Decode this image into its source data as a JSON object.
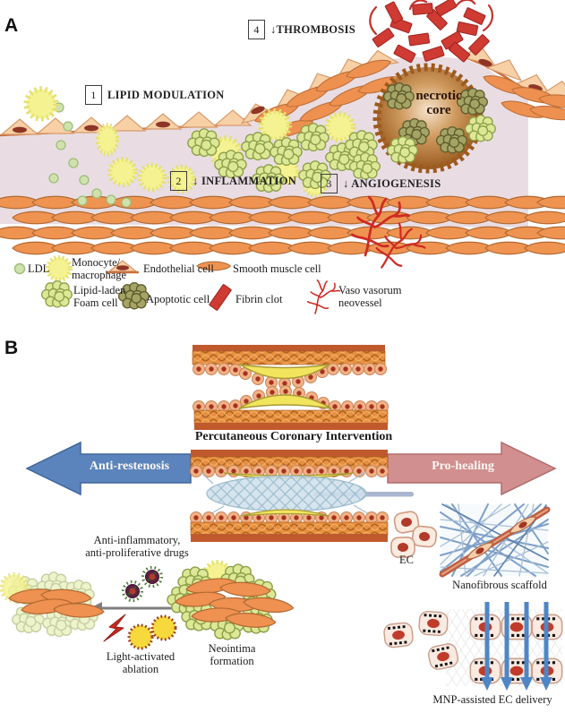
{
  "figure": {
    "panel_a": {
      "label": "A",
      "annotations": [
        {
          "num": "1",
          "text": "LIPID MODULATION"
        },
        {
          "num": "2",
          "text": "↓ INFLAMMATION"
        },
        {
          "num": "3",
          "text": "↓ ANGIOGENESIS"
        },
        {
          "num": "4",
          "text": "↓THROMBOSIS"
        }
      ],
      "necrotic_core_label": "necrotic core",
      "legend": [
        {
          "icon": "ldl-icon",
          "label": "LDL"
        },
        {
          "icon": "monocyte-macrophage-icon",
          "label": "Monocyte/\nmacrophage"
        },
        {
          "icon": "endothelial-cell-icon",
          "label": "Endothelial cell"
        },
        {
          "icon": "smooth-muscle-cell-icon",
          "label": "Smooth muscle cell"
        },
        {
          "icon": "foam-cell-icon",
          "label": "Lipid-laden\nFoam cell"
        },
        {
          "icon": "apoptotic-cell-icon",
          "label": "Apoptotic cell"
        },
        {
          "icon": "fibrin-clot-icon",
          "label": "Fibrin clot"
        },
        {
          "icon": "vaso-vasorum-icon",
          "label": "Vaso vasorum\nneovessel"
        }
      ]
    },
    "panel_b": {
      "label": "B",
      "title": "Percutaneous Coronary Intervention",
      "left_arrow_label": "Anti-restenosis",
      "right_arrow_label": "Pro-healing",
      "captions": {
        "drugs": "Anti-inflammatory,\nanti-proliferative drugs",
        "ablation": "Light-activated\nablation",
        "neointima": "Neointima\nformation",
        "ec": "EC",
        "scaffold": "Nanofibrous scaffold",
        "mnp": "MNP-assisted EC delivery"
      }
    },
    "colors": {
      "anti_restenosis_arrow": "#5b84bc",
      "pro_healing_arrow": "#d18f8f",
      "smooth_muscle": "#ee9150",
      "plaque": "#f2e55e",
      "fibrin": "#cf3a33",
      "intima": "#e9dde3",
      "necrotic_core": "#9c5a1d",
      "foam_cell": "#dde896",
      "monocyte": "#f5f291"
    }
  }
}
